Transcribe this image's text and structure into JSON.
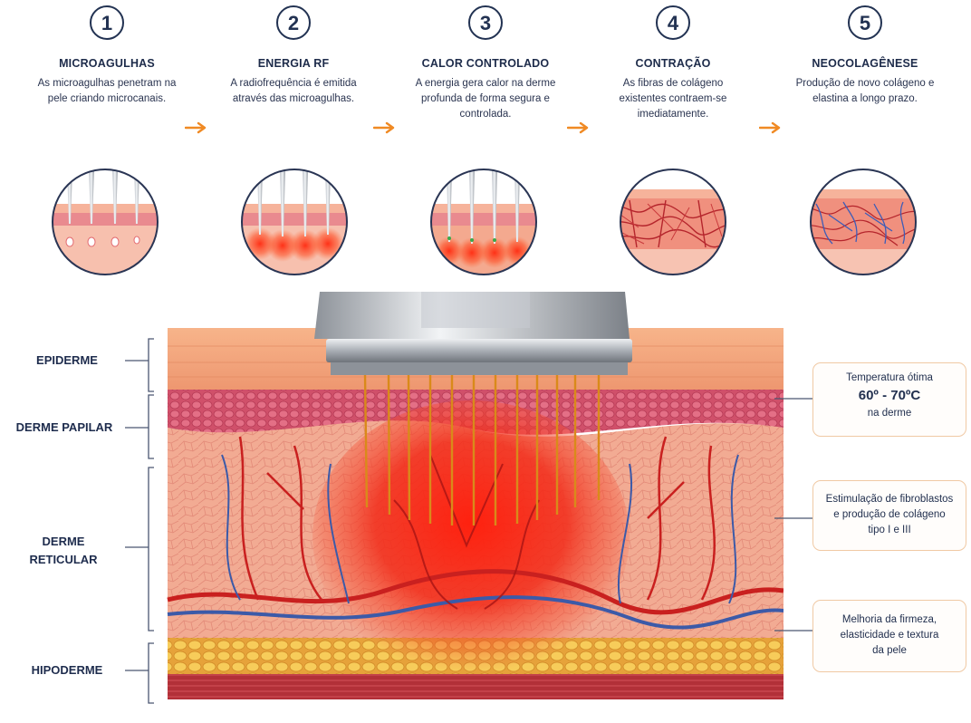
{
  "steps": [
    {
      "num": "1",
      "title": "MICROAGULHAS",
      "desc": "As microagulhas penetram na pele criando microcanais."
    },
    {
      "num": "2",
      "title": "ENERGIA RF",
      "desc": "A radiofrequência é emitida através das microagulhas."
    },
    {
      "num": "3",
      "title": "CALOR CONTROLADO",
      "desc": "A energia gera calor na derme profunda de forma segura e controlada."
    },
    {
      "num": "4",
      "title": "CONTRAÇÃO",
      "desc": "As fibras de colágeno existentes contraem-se imediatamente."
    },
    {
      "num": "5",
      "title": "NEOCOLAGÊNESE",
      "desc": "Produção de novo colágeno e elastina a longo prazo."
    }
  ],
  "layers": {
    "epiderme": "EPIDERME",
    "derme_papilar": "DERME PAPILAR",
    "derme_reticular_1": "DERME",
    "derme_reticular_2": "RETICULAR",
    "hipoderme": "HIPODERME"
  },
  "callouts": {
    "temp_line1": "Temperatura ótima",
    "temp_value": "60º - 70ºC",
    "temp_line3": "na derme",
    "stim_line1": "Estimulação de fibroblastos",
    "stim_line2": "e produção de colágeno",
    "stim_line3": "tipo I e III",
    "firm_line1": "Melhoria da firmeza,",
    "firm_line2": "elasticidade e textura",
    "firm_line3": "da pele"
  },
  "colors": {
    "navy": "#1e2c4d",
    "arrow": "#f08a24",
    "epidermis": "#f2a177",
    "papillary": "#d6556b",
    "reticular": "#efa58a",
    "heat": "#e8281b",
    "fat": "#f3c04a",
    "muscle": "#b8323a",
    "needle": "#d98a1a"
  }
}
